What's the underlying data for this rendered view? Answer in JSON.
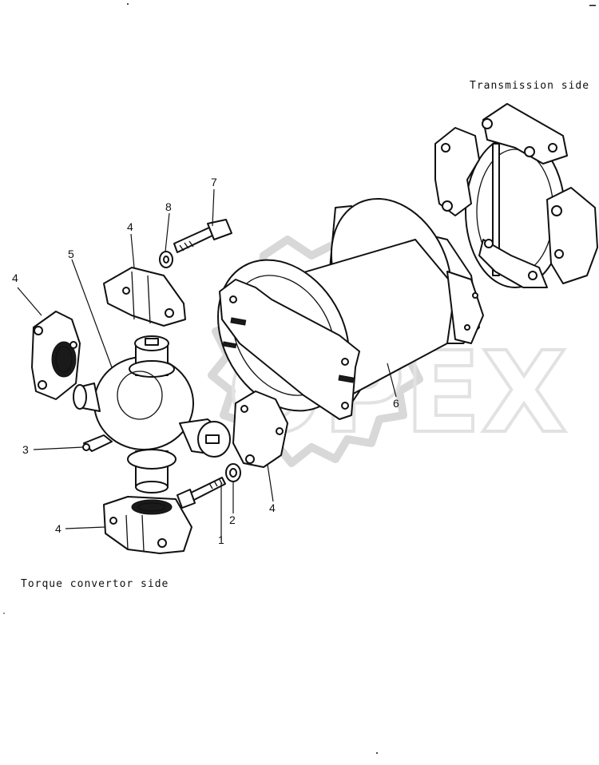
{
  "diagram": {
    "captions": {
      "transmission_side": "Transmission side",
      "torque_convertor_side": "Torque convertor side"
    },
    "callouts": [
      "1",
      "2",
      "3",
      "4",
      "5",
      "6",
      "7",
      "8"
    ],
    "watermark_text": "OPEX"
  }
}
